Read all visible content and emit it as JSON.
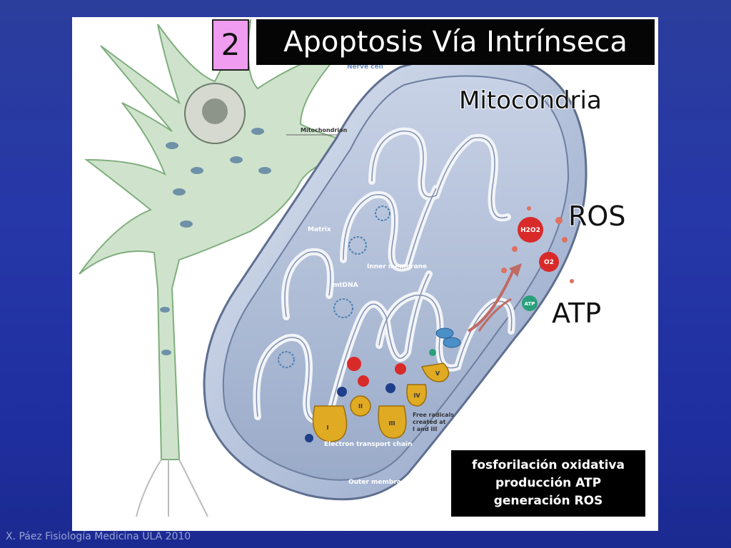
{
  "slide": {
    "number": "2",
    "title": "Apoptosis Vía Intrínseca"
  },
  "labels": {
    "mitocondria": "Mitocondria",
    "ros": "ROS",
    "atp": "ATP"
  },
  "illustration_labels": {
    "nerve_cell": "Nerve cell",
    "mitochondrion": "Mitochondrion",
    "matrix": "Matrix",
    "inner_membrane": "Inner membrane",
    "mtdna": "mtDNA",
    "free_radicals_1": "Free radicals",
    "free_radicals_2": "created at",
    "free_radicals_3": "I and III",
    "etc": "Electron transport chain",
    "outer_membrane": "Outer membrane",
    "h2o2": "H2O2",
    "o2": "O2",
    "atp_small": "ATP",
    "complex_1": "I",
    "complex_2": "II",
    "complex_3": "III",
    "complex_4": "IV",
    "complex_5": "V"
  },
  "info_box": {
    "line1": "fosforilación oxidativa",
    "line2": "producción ATP",
    "line3": "generación ROS"
  },
  "footer": "X. Páez Fisiología Medicina ULA 2010",
  "colors": {
    "background": "#2637a8",
    "slide_number_bg": "#f09cf0",
    "title_bg": "#050505",
    "ros_red": "#d92a2a",
    "atp_green": "#2aa07a",
    "complex_gold": "#e0aa22",
    "membrane_blue": "#a9b8d6",
    "neuron_green": "#a6cfa4"
  }
}
